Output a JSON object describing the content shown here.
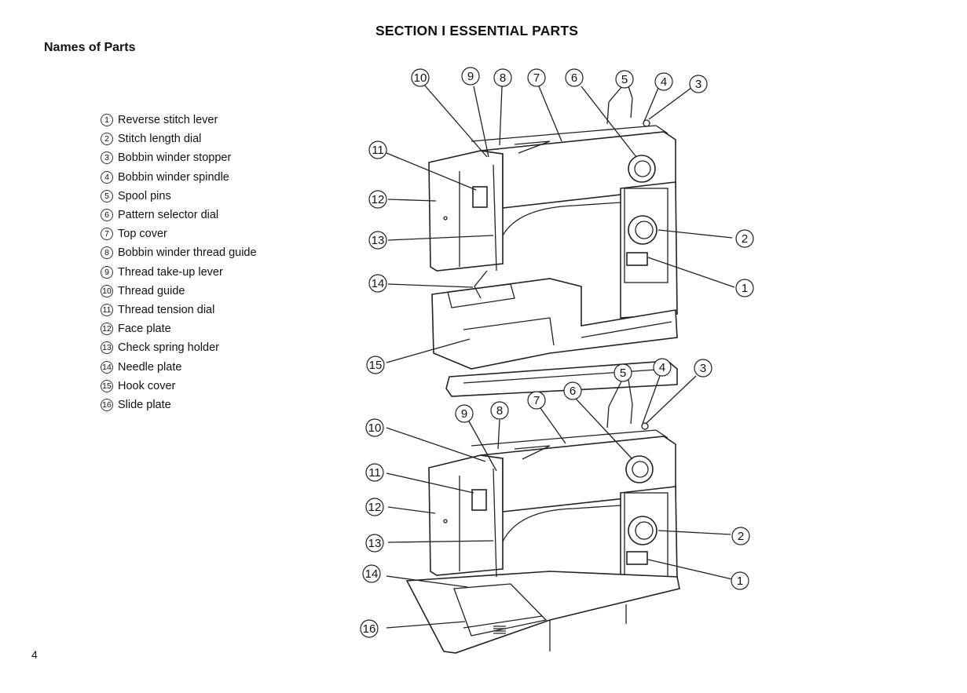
{
  "page": {
    "heading": "Names of Parts",
    "section_title": "SECTION  I  ESSENTIAL PARTS",
    "page_number": "4"
  },
  "parts": [
    {
      "num": "1",
      "name": "Reverse stitch lever"
    },
    {
      "num": "2",
      "name": "Stitch length dial"
    },
    {
      "num": "3",
      "name": "Bobbin winder stopper"
    },
    {
      "num": "4",
      "name": "Bobbin winder spindle"
    },
    {
      "num": "5",
      "name": "Spool pins"
    },
    {
      "num": "6",
      "name": "Pattern selector dial"
    },
    {
      "num": "7",
      "name": "Top cover"
    },
    {
      "num": "8",
      "name": "Bobbin winder thread guide"
    },
    {
      "num": "9",
      "name": "Thread take-up lever"
    },
    {
      "num": "10",
      "name": "Thread guide"
    },
    {
      "num": "11",
      "name": "Thread tension dial"
    },
    {
      "num": "12",
      "name": "Face plate"
    },
    {
      "num": "13",
      "name": "Check spring holder"
    },
    {
      "num": "14",
      "name": "Needle plate"
    },
    {
      "num": "15",
      "name": "Hook cover"
    },
    {
      "num": "16",
      "name": "Slide plate"
    }
  ],
  "diagrams": [
    {
      "name": "free-arm-view",
      "callouts": [
        "10",
        "9",
        "8",
        "7",
        "6",
        "5",
        "4",
        "3",
        "11",
        "12",
        "13",
        "14",
        "15",
        "2",
        "1"
      ]
    },
    {
      "name": "flatbed-view",
      "callouts": [
        "9",
        "8",
        "7",
        "6",
        "5",
        "4",
        "3",
        "10",
        "11",
        "12",
        "13",
        "14",
        "16",
        "2",
        "1"
      ]
    }
  ]
}
